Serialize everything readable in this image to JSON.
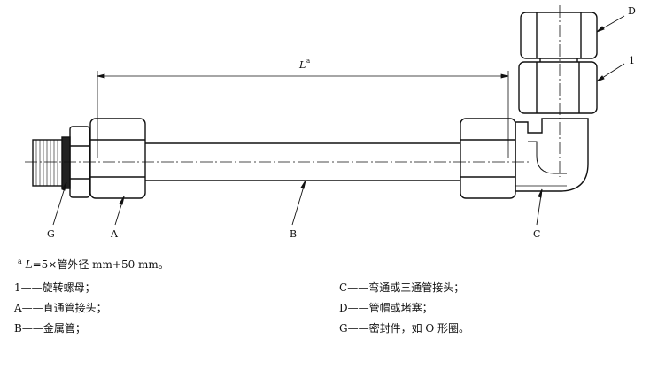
{
  "diagram": {
    "dim_label": "L",
    "dim_superscript": "a",
    "labels": {
      "G": "G",
      "A": "A",
      "B": "B",
      "C": "C",
      "D": "D",
      "one": "1"
    }
  },
  "notes": {
    "footnote_mark": "a",
    "footnote_var": "L",
    "footnote_text": "=5×管外径 mm+50 mm。",
    "left": [
      {
        "key": "1",
        "text": "——旋转螺母；"
      },
      {
        "key": "A",
        "text": "——直通管接头；"
      },
      {
        "key": "B",
        "text": "——金属管；"
      }
    ],
    "right": [
      {
        "key": "C",
        "text": "——弯通或三通管接头；"
      },
      {
        "key": "D",
        "text": "——管帽或堵塞；"
      },
      {
        "key": "G",
        "text": "——密封件，如 O 形圈。"
      }
    ]
  }
}
